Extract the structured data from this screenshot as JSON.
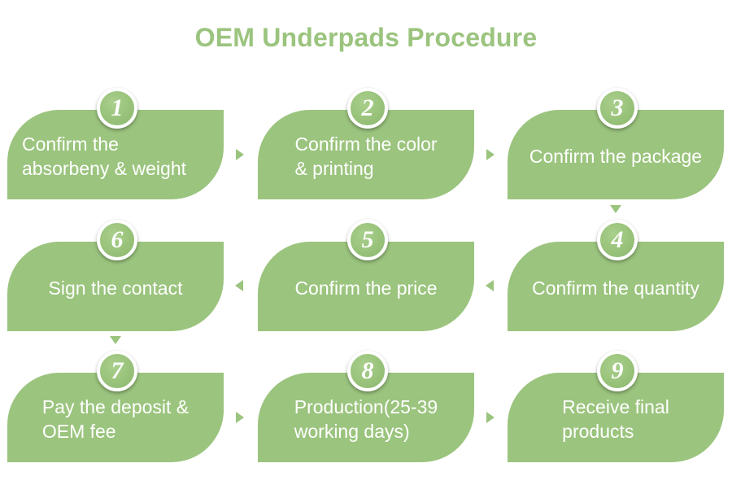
{
  "title": "OEM Underpads Procedure",
  "accent_color": "#9bc47e",
  "steps": [
    {
      "number": "1",
      "text": "Confirm the\nabsorbeny & weight"
    },
    {
      "number": "2",
      "text": "Confirm the color\n& printing"
    },
    {
      "number": "3",
      "text": "Confirm the package"
    },
    {
      "number": "4",
      "text": "Confirm the quantity"
    },
    {
      "number": "5",
      "text": "Confirm the price"
    },
    {
      "number": "6",
      "text": "Sign the contact"
    },
    {
      "number": "7",
      "text": "Pay the deposit &\nOEM fee"
    },
    {
      "number": "8",
      "text": "Production(25-39\nworking days)"
    },
    {
      "number": "9",
      "text": "Receive final\nproducts"
    }
  ]
}
